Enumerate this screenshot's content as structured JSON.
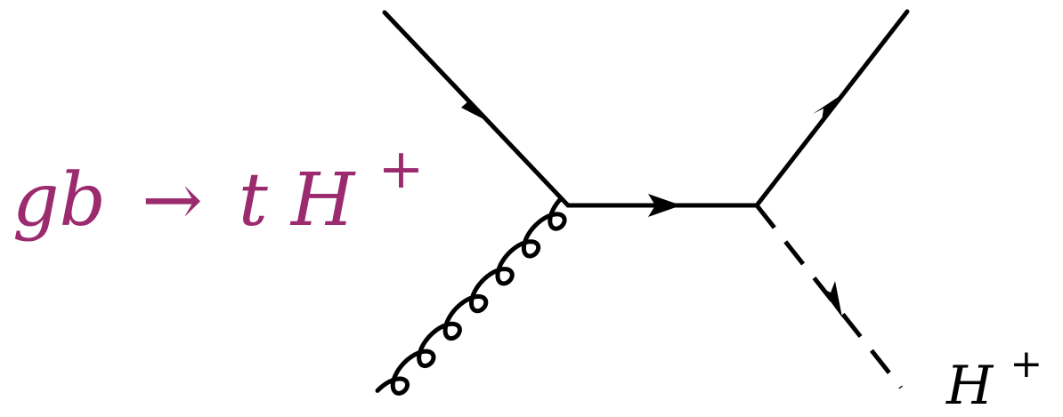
{
  "diagram": {
    "process": {
      "initial": "gb",
      "arrow": "→",
      "final_particle": "t",
      "final_boson": "H",
      "final_charge": "+"
    },
    "outgoing_boson": {
      "symbol": "H",
      "charge": "+",
      "punctuation": ","
    },
    "colors": {
      "process_label": "#9b2a6e",
      "lines": "#000000"
    },
    "edges": [
      {
        "type": "fermion",
        "arrow": "forward"
      },
      {
        "type": "gluon"
      },
      {
        "type": "fermion",
        "arrow": "forward"
      },
      {
        "type": "fermion",
        "arrow": "forward"
      },
      {
        "type": "scalar-dashed",
        "arrow": "forward"
      }
    ]
  }
}
